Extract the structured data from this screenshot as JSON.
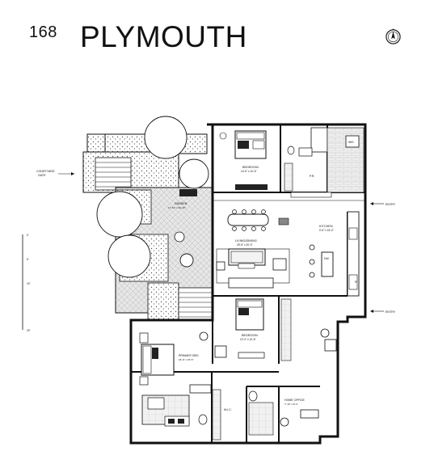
{
  "header": {
    "unit_number": "168",
    "title": "PLYMOUTH"
  },
  "labels": {
    "courtyard": "COURTYARD",
    "courtyard_sub": "GATE",
    "entry_top": "ENTRY",
    "entry_bottom": "ENTRY",
    "bedroom_top": "BEDROOM",
    "bedroom_top_dim": "14'-6\" x 10'-6\"",
    "garden": "GARDEN",
    "garden_dim": "17'-10\" x 46'-10\"",
    "wd": "W/D",
    "pr": "P.R.",
    "living": "LIVING/DINING",
    "living_dim": "25'-6\" x 20'-0\"",
    "kitchen": "KITCHEN",
    "kitchen_dim": "9'-6\" x 15'-0\"",
    "dw": "DW",
    "bedroom_mid": "BEDROOM",
    "bedroom_mid_dim": "10'-0\" x 10'-6\"",
    "primary": "PRIMARY BED",
    "primary_dim": "16'-0\" x 15'-6\"",
    "wic": "W.I.C.",
    "home_office": "HOME OFFICE",
    "home_office_dim": "7'-10\" x 8'-4\"",
    "ref": "R"
  },
  "scale": {
    "ticks": [
      "0'",
      "5'",
      "10'",
      "20'"
    ]
  }
}
